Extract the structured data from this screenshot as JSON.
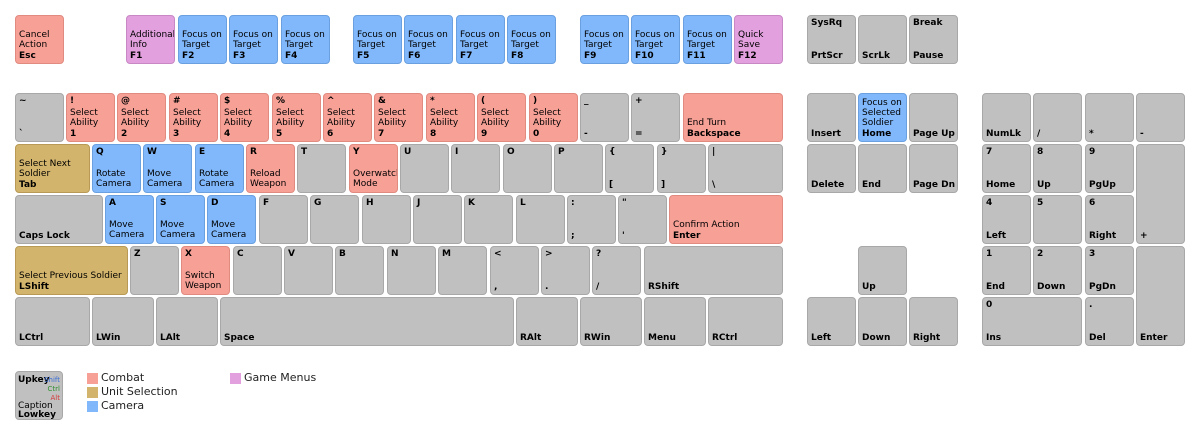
{
  "keys": {
    "esc": {
      "up": "",
      "cap": "Cancel Action",
      "low": "Esc"
    },
    "f1": {
      "up": "",
      "cap": "Additional Info",
      "low": "F1"
    },
    "f2": {
      "up": "",
      "cap": "Focus on Target",
      "low": "F2"
    },
    "f3": {
      "up": "",
      "cap": "Focus on Target",
      "low": "F3"
    },
    "f4": {
      "up": "",
      "cap": "Focus on Target",
      "low": "F4"
    },
    "f5": {
      "up": "",
      "cap": "Focus on Target",
      "low": "F5"
    },
    "f6": {
      "up": "",
      "cap": "Focus on Target",
      "low": "F6"
    },
    "f7": {
      "up": "",
      "cap": "Focus on Target",
      "low": "F7"
    },
    "f8": {
      "up": "",
      "cap": "Focus on Target",
      "low": "F8"
    },
    "f9": {
      "up": "",
      "cap": "Focus on Target",
      "low": "F9"
    },
    "f10": {
      "up": "",
      "cap": "Focus on Target",
      "low": "F10"
    },
    "f11": {
      "up": "",
      "cap": "Focus on Target",
      "low": "F11"
    },
    "f12": {
      "up": "",
      "cap": "Quick Save",
      "low": "F12"
    },
    "prtscr": {
      "up": "SysRq",
      "cap": "",
      "low": "PrtScr"
    },
    "scrlk": {
      "up": "",
      "cap": "",
      "low": "ScrLk"
    },
    "pause": {
      "up": "Break",
      "cap": "",
      "low": "Pause"
    },
    "tilde": {
      "up": "~",
      "cap": "",
      "low": "`"
    },
    "1": {
      "up": "!",
      "cap": "Select Ability",
      "low": "1"
    },
    "2": {
      "up": "@",
      "cap": "Select Ability",
      "low": "2"
    },
    "3": {
      "up": "#",
      "cap": "Select Ability",
      "low": "3"
    },
    "4": {
      "up": "$",
      "cap": "Select Ability",
      "low": "4"
    },
    "5": {
      "up": "%",
      "cap": "Select Ability",
      "low": "5"
    },
    "6": {
      "up": "^",
      "cap": "Select Ability",
      "low": "6"
    },
    "7": {
      "up": "&",
      "cap": "Select Ability",
      "low": "7"
    },
    "8": {
      "up": "*",
      "cap": "Select Ability",
      "low": "8"
    },
    "9": {
      "up": "(",
      "cap": "Select Ability",
      "low": "9"
    },
    "0": {
      "up": ")",
      "cap": "Select Ability",
      "low": "0"
    },
    "minus": {
      "up": "_",
      "cap": "",
      "low": "-"
    },
    "equals": {
      "up": "+",
      "cap": "",
      "low": "="
    },
    "backspace": {
      "up": "",
      "cap": "End Turn",
      "low": "Backspace"
    },
    "tab": {
      "up": "",
      "cap": "Select Next Soldier",
      "low": "Tab"
    },
    "q": {
      "up": "Q",
      "cap": "Rotate Camera",
      "low": ""
    },
    "w": {
      "up": "W",
      "cap": "Move Camera",
      "low": ""
    },
    "e": {
      "up": "E",
      "cap": "Rotate Camera",
      "low": ""
    },
    "r": {
      "up": "R",
      "cap": "Reload Weapon",
      "low": ""
    },
    "t": {
      "up": "T",
      "cap": "",
      "low": ""
    },
    "y": {
      "up": "Y",
      "cap": "Overwatch Mode",
      "low": ""
    },
    "u": {
      "up": "U",
      "cap": "",
      "low": ""
    },
    "i": {
      "up": "I",
      "cap": "",
      "low": ""
    },
    "o": {
      "up": "O",
      "cap": "",
      "low": ""
    },
    "p": {
      "up": "P",
      "cap": "",
      "low": ""
    },
    "lbracket": {
      "up": "{",
      "cap": "",
      "low": "["
    },
    "rbracket": {
      "up": "}",
      "cap": "",
      "low": "]"
    },
    "backslash": {
      "up": "|",
      "cap": "",
      "low": "\\"
    },
    "capslock": {
      "up": "",
      "cap": "",
      "low": "Caps Lock"
    },
    "a": {
      "up": "A",
      "cap": "Move Camera",
      "low": ""
    },
    "s": {
      "up": "S",
      "cap": "Move Camera",
      "low": ""
    },
    "d": {
      "up": "D",
      "cap": "Move Camera",
      "low": ""
    },
    "f": {
      "up": "F",
      "cap": "",
      "low": ""
    },
    "g": {
      "up": "G",
      "cap": "",
      "low": ""
    },
    "h": {
      "up": "H",
      "cap": "",
      "low": ""
    },
    "j": {
      "up": "J",
      "cap": "",
      "low": ""
    },
    "k": {
      "up": "K",
      "cap": "",
      "low": ""
    },
    "l": {
      "up": "L",
      "cap": "",
      "low": ""
    },
    "semicolon": {
      "up": ":",
      "cap": "",
      "low": ";"
    },
    "quote": {
      "up": "\"",
      "cap": "",
      "low": "'"
    },
    "enter": {
      "up": "",
      "cap": "Confirm Action",
      "low": "Enter"
    },
    "lshift": {
      "up": "",
      "cap": "Select Previous Soldier",
      "low": "LShift"
    },
    "z": {
      "up": "Z",
      "cap": "",
      "low": ""
    },
    "x": {
      "up": "X",
      "cap": "Switch Weapon",
      "low": ""
    },
    "c": {
      "up": "C",
      "cap": "",
      "low": ""
    },
    "v": {
      "up": "V",
      "cap": "",
      "low": ""
    },
    "b": {
      "up": "B",
      "cap": "",
      "low": ""
    },
    "n": {
      "up": "N",
      "cap": "",
      "low": ""
    },
    "m": {
      "up": "M",
      "cap": "",
      "low": ""
    },
    "comma": {
      "up": "<",
      "cap": "",
      "low": ","
    },
    "period": {
      "up": ">",
      "cap": "",
      "low": "."
    },
    "slash": {
      "up": "?",
      "cap": "",
      "low": "/"
    },
    "rshift": {
      "up": "",
      "cap": "",
      "low": "RShift"
    },
    "lctrl": {
      "up": "",
      "cap": "",
      "low": "LCtrl"
    },
    "lwin": {
      "up": "",
      "cap": "",
      "low": "LWin"
    },
    "lalt": {
      "up": "",
      "cap": "",
      "low": "LAlt"
    },
    "space": {
      "up": "",
      "cap": "",
      "low": "Space"
    },
    "ralt": {
      "up": "",
      "cap": "",
      "low": "RAlt"
    },
    "rwin": {
      "up": "",
      "cap": "",
      "low": "RWin"
    },
    "menu": {
      "up": "",
      "cap": "",
      "low": "Menu"
    },
    "rctrl": {
      "up": "",
      "cap": "",
      "low": "RCtrl"
    },
    "insert": {
      "up": "",
      "cap": "",
      "low": "Insert"
    },
    "home": {
      "up": "",
      "cap": "Focus on Selected Soldier",
      "low": "Home"
    },
    "pageup": {
      "up": "",
      "cap": "",
      "low": "Page Up"
    },
    "delete": {
      "up": "",
      "cap": "",
      "low": "Delete"
    },
    "end": {
      "up": "",
      "cap": "",
      "low": "End"
    },
    "pagedn": {
      "up": "",
      "cap": "",
      "low": "Page Dn"
    },
    "arrowup": {
      "up": "",
      "cap": "",
      "low": "Up"
    },
    "arrowleft": {
      "up": "",
      "cap": "",
      "low": "Left"
    },
    "arrowdown": {
      "up": "",
      "cap": "",
      "low": "Down"
    },
    "arrowright": {
      "up": "",
      "cap": "",
      "low": "Right"
    },
    "numlk": {
      "up": "",
      "cap": "",
      "low": "NumLk"
    },
    "numdiv": {
      "up": "",
      "cap": "",
      "low": "/"
    },
    "nummul": {
      "up": "",
      "cap": "",
      "low": "*"
    },
    "numsub": {
      "up": "",
      "cap": "",
      "low": "-"
    },
    "num7": {
      "up": "7",
      "cap": "",
      "low": "Home"
    },
    "num8": {
      "up": "8",
      "cap": "",
      "low": "Up"
    },
    "num9": {
      "up": "9",
      "cap": "",
      "low": "PgUp"
    },
    "numadd": {
      "up": "",
      "cap": "",
      "low": "+"
    },
    "num4": {
      "up": "4",
      "cap": "",
      "low": "Left"
    },
    "num5": {
      "up": "5",
      "cap": "",
      "low": ""
    },
    "num6": {
      "up": "6",
      "cap": "",
      "low": "Right"
    },
    "num1": {
      "up": "1",
      "cap": "",
      "low": "End"
    },
    "num2": {
      "up": "2",
      "cap": "",
      "low": "Down"
    },
    "num3": {
      "up": "3",
      "cap": "",
      "low": "PgDn"
    },
    "numenter": {
      "up": "",
      "cap": "",
      "low": "Enter"
    },
    "num0": {
      "up": "0",
      "cap": "",
      "low": "Ins"
    },
    "numdel": {
      "up": ".",
      "cap": "",
      "low": "Del"
    }
  },
  "legend": {
    "key_upkey": "Upkey",
    "key_shift": "Shift",
    "key_ctrl": "Ctrl",
    "key_alt": "Alt",
    "key_caption": "Caption",
    "key_lowkey": "Lowkey",
    "combat": "Combat",
    "unit_selection": "Unit Selection",
    "camera": "Camera",
    "game_menus": "Game Menus"
  },
  "colors": {
    "combat": "#f6a096",
    "unit_selection": "#d2b46c",
    "camera": "#80b8fb",
    "game_menus": "#e2a1de",
    "default_key": "#c0c0c0"
  }
}
